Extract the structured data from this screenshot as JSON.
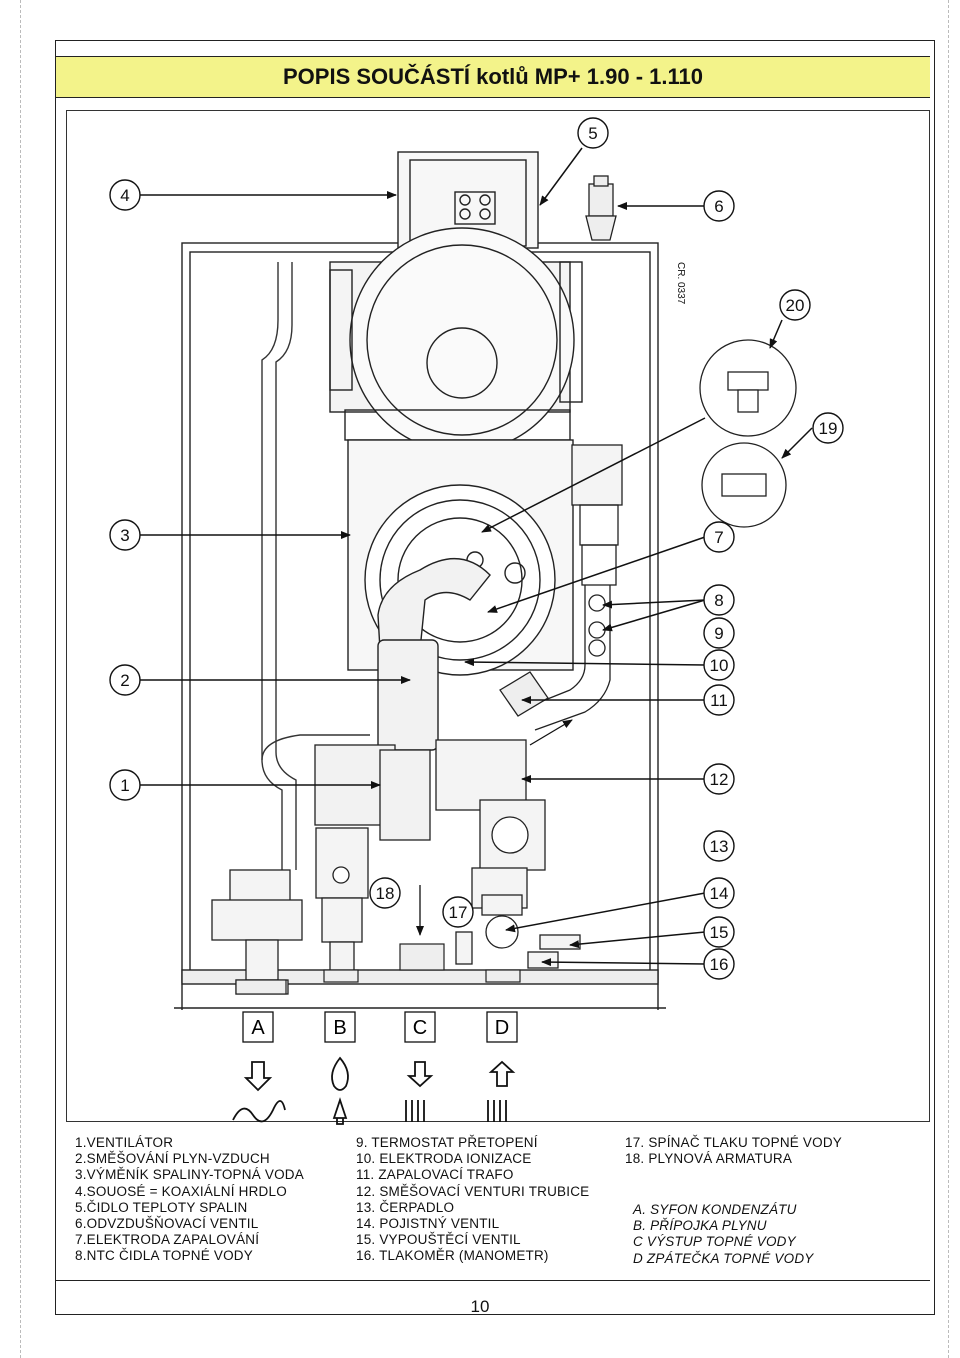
{
  "title": "POPIS SOUČÁSTÍ kotlů MP+  1.90 - 1.110",
  "drawing_code": "CR. 0337",
  "callouts": [
    "1",
    "2",
    "3",
    "4",
    "5",
    "6",
    "7",
    "8",
    "9",
    "10",
    "11",
    "12",
    "13",
    "14",
    "15",
    "16",
    "17",
    "18",
    "19",
    "20"
  ],
  "connections": [
    {
      "letter": "A",
      "icon": "condensate-drain-icon"
    },
    {
      "letter": "B",
      "icon": "gas-flame-icon"
    },
    {
      "letter": "C",
      "icon": "heating-flow-icon"
    },
    {
      "letter": "D",
      "icon": "heating-return-icon"
    }
  ],
  "legend": {
    "col1": [
      "1.VENTILÁTOR",
      "2.SMĚŠOVÁNÍ PLYN-VZDUCH",
      "3.VÝMĚNÍK SPALINY-TOPNÁ VODA",
      "4.SOUOSÉ = KOAXIÁLNÍ HRDLO",
      "5.ČIDLO TEPLOTY SPALIN",
      "6.ODVZDUŠŇOVACÍ VENTIL",
      "7.ELEKTRODA ZAPALOVÁNÍ",
      "8.NTC ČIDLA TOPNÉ VODY"
    ],
    "col2": [
      "9. TERMOSTAT PŘETOPENÍ",
      "10. ELEKTRODA IONIZACE",
      "11. ZAPALOVACÍ TRAFO",
      "12. SMĚŠOVACÍ VENTURI TRUBICE",
      "13. ČERPADLO",
      "14. POJISTNÝ VENTIL",
      "15. VYPOUŠTĚCÍ VENTIL",
      "16. TLAKOMĚR (MANOMETR)"
    ],
    "col3": [
      "17. SPÍNAČ TLAKU TOPNÉ VODY",
      "18. PLYNOVÁ ARMATURA"
    ],
    "col3b": [
      "A. SYFON KONDENZÁTU",
      "B. PŘÍPOJKA PLYNU",
      "C  VÝSTUP TOPNÉ VODY",
      "D  ZPÁTEČKA TOPNÉ VODY"
    ]
  },
  "page_number": "10"
}
